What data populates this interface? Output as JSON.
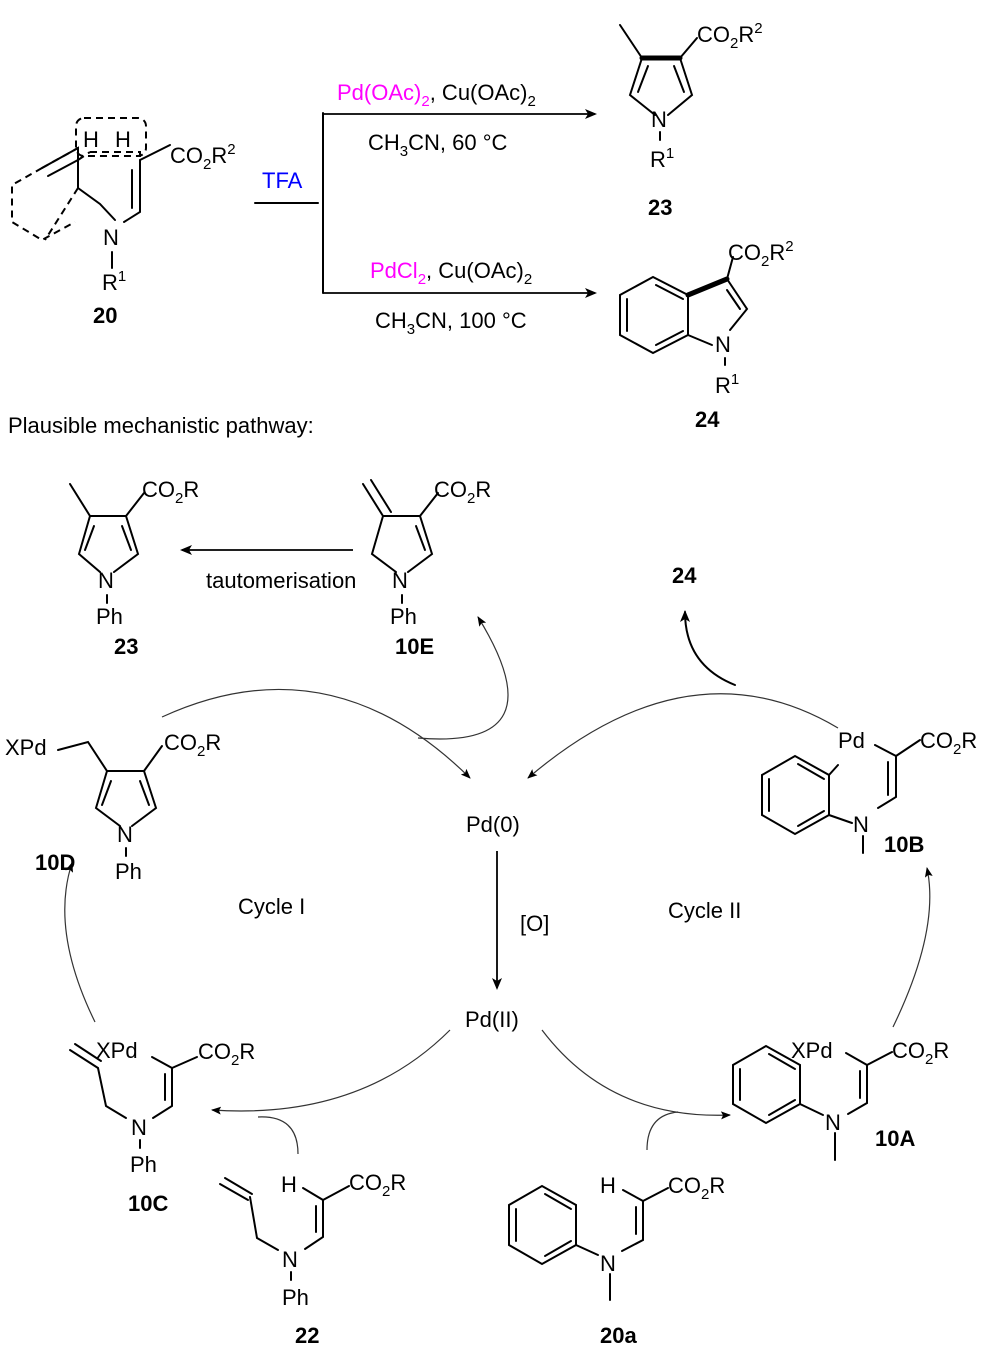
{
  "colors": {
    "catalyst": "#ff00ff",
    "acid": "#0000ff",
    "ink": "#000000"
  },
  "reaction": {
    "starting_material": {
      "label": "20",
      "ester": "CO2R2",
      "n_sub": "R1",
      "h1": "H",
      "h2": "H"
    },
    "acid": "TFA",
    "upper": {
      "catalyst": "Pd(OAc)",
      "catalyst_sub": "2",
      "oxidant": "Cu(OAc)",
      "oxidant_sub": "2",
      "solvent": "CH",
      "solvent_sub": "3",
      "solvent_rest": "CN, 60 °C",
      "product": {
        "label": "23",
        "ester": "CO2R2",
        "n_sub": "R1"
      }
    },
    "lower": {
      "catalyst": "PdCl",
      "catalyst_sub": "2",
      "oxidant": "Cu(OAc)",
      "oxidant_sub": "2",
      "solvent": "CH",
      "solvent_sub": "3",
      "solvent_rest": "CN, 100 °C",
      "product": {
        "label": "24",
        "ester": "CO2R2",
        "n_sub": "R1"
      }
    }
  },
  "mechanism": {
    "heading": "Plausible mechanistic pathway:",
    "tautomerisation": "tautomerisation",
    "pd0": "Pd(0)",
    "pd2": "Pd(II)",
    "oxidant": "[O]",
    "cycle1": "Cycle I",
    "cycle2": "Cycle II",
    "compounds": {
      "c23": {
        "label": "23",
        "ester": "CO2R",
        "n_sub": "Ph"
      },
      "c10E": {
        "label": "10E",
        "ester": "CO2R",
        "n_sub": "Ph"
      },
      "c24": {
        "label": "24"
      },
      "c10D": {
        "label": "10D",
        "ester": "CO2R",
        "n_sub": "Ph",
        "pd": "XPd"
      },
      "c10B": {
        "label": "10B",
        "ester": "CO2R",
        "pd": "Pd"
      },
      "c10C": {
        "label": "10C",
        "ester": "CO2R",
        "n_sub": "Ph",
        "pd": "XPd"
      },
      "c22": {
        "label": "22",
        "ester": "CO2R",
        "n_sub": "Ph",
        "h": "H"
      },
      "c10A": {
        "label": "10A",
        "ester": "CO2R",
        "pd": "XPd"
      },
      "c20a": {
        "label": "20a",
        "ester": "CO2R",
        "h": "H"
      }
    }
  }
}
